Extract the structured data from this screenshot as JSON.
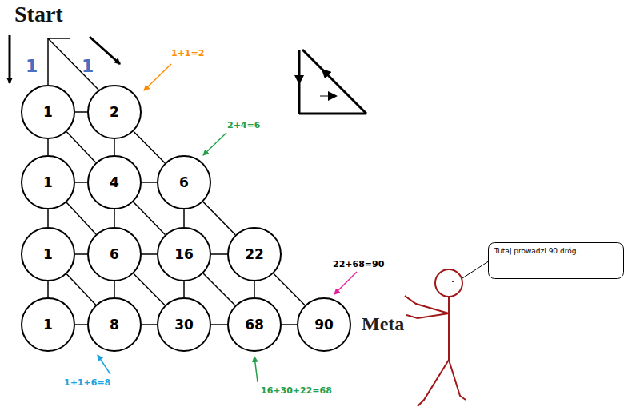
{
  "diagram": {
    "nodes": [
      {
        "text": [
          "1"
        ]
      },
      {
        "text": [
          "2"
        ]
      },
      {
        "text": [
          "1"
        ]
      },
      {
        "text": [
          "4"
        ]
      },
      {
        "text": [
          "6"
        ]
      },
      {
        "text": [
          "1"
        ]
      },
      {
        "text": [
          "6"
        ]
      },
      {
        "text": [
          "16"
        ]
      },
      {
        "text": [
          "22"
        ]
      },
      {
        "text": [
          "1"
        ]
      },
      {
        "text": [
          "8"
        ]
      },
      {
        "text": [
          "30"
        ]
      },
      {
        "text": [
          "68"
        ]
      },
      {
        "text": [
          "90"
        ]
      },
      {
        "text": [
          "Tutaj prowadzi 90 dróg"
        ]
      }
    ],
    "edges": [
      {
        "from": 0,
        "to": 1,
        "arrow": "none"
      },
      {
        "from": 2,
        "to": 3,
        "arrow": "none"
      },
      {
        "from": 3,
        "to": 4,
        "arrow": "none"
      },
      {
        "from": 5,
        "to": 6,
        "arrow": "none"
      },
      {
        "from": 6,
        "to": 7,
        "arrow": "none"
      },
      {
        "from": 7,
        "to": 8,
        "arrow": "none"
      },
      {
        "from": 9,
        "to": 10,
        "arrow": "none"
      },
      {
        "from": 10,
        "to": 11,
        "arrow": "none"
      },
      {
        "from": 11,
        "to": 12,
        "arrow": "none"
      },
      {
        "from": 12,
        "to": 13,
        "arrow": "none"
      },
      {
        "from": 0,
        "to": 2,
        "arrow": "none"
      },
      {
        "from": 1,
        "to": 3,
        "arrow": "none"
      },
      {
        "from": 2,
        "to": 5,
        "arrow": "none"
      },
      {
        "from": 3,
        "to": 6,
        "arrow": "none"
      },
      {
        "from": 4,
        "to": 7,
        "arrow": "none"
      },
      {
        "from": 5,
        "to": 9,
        "arrow": "none"
      },
      {
        "from": 6,
        "to": 10,
        "arrow": "none"
      },
      {
        "from": 7,
        "to": 11,
        "arrow": "none"
      },
      {
        "from": 8,
        "to": 12,
        "arrow": "none"
      },
      {
        "from": 0,
        "to": 3,
        "arrow": "none"
      },
      {
        "from": 1,
        "to": 4,
        "arrow": "none"
      },
      {
        "from": 2,
        "to": 6,
        "arrow": "none"
      },
      {
        "from": 3,
        "to": 7,
        "arrow": "none"
      },
      {
        "from": 4,
        "to": 8,
        "arrow": "none"
      },
      {
        "from": 5,
        "to": 10,
        "arrow": "none"
      },
      {
        "from": 6,
        "to": 11,
        "arrow": "none"
      },
      {
        "from": 7,
        "to": 12,
        "arrow": "none"
      },
      {
        "from": 8,
        "to": 13,
        "arrow": "none"
      }
    ],
    "labels": [
      "Start",
      "1",
      "1",
      "1+1=2",
      "2+4=6",
      "22+68=90",
      "1+1+6=8",
      "16+30+22=68",
      "Meta"
    ]
  }
}
